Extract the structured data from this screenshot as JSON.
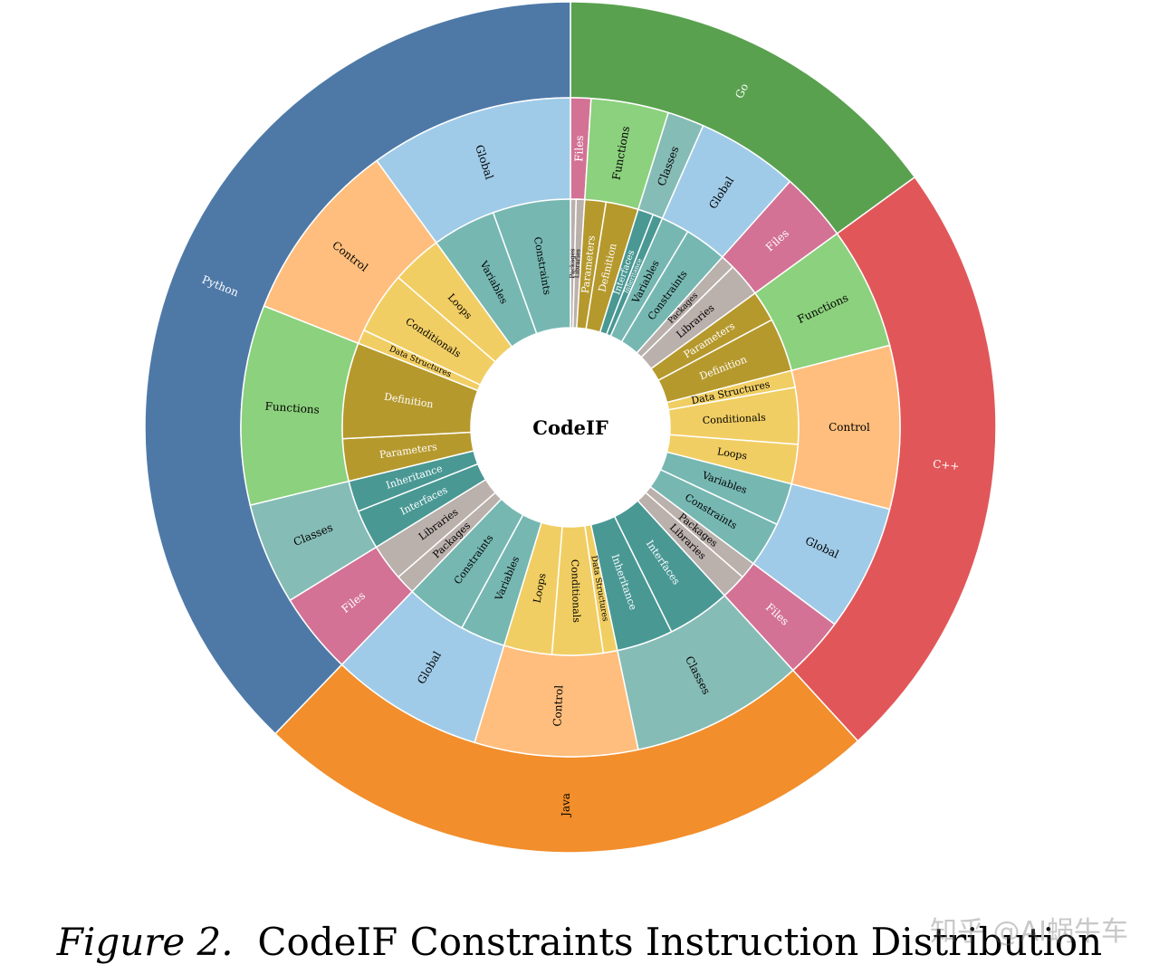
{
  "caption": {
    "figure_label": "Figure 2.",
    "text": "CodeIF Constraints Instruction Distribution"
  },
  "watermark": "知乎 @AI蜗牛车",
  "colors": {
    "Python": "#4e79a7",
    "Go": "#59a14f",
    "C++": "#e15759",
    "Java": "#f28e2b",
    "Global": "#a0cbe8",
    "Control": "#ffbe7d",
    "Functions": "#8cd17d",
    "Classes": "#86bcb6",
    "Files": "#d37295",
    "Variables": "#76b7b2",
    "Constraints": "#76b7b2",
    "Loops": "#f1ce63",
    "Conditionals": "#f1ce63",
    "Data Structures": "#f1ce63",
    "Definition": "#b6992d",
    "Parameters": "#b6992d",
    "Inheritance": "#499894",
    "Interfaces": "#499894",
    "Libraries": "#bab0ac",
    "Packages": "#bab0ac"
  },
  "chart_data": {
    "type": "sunburst",
    "title": "CodeIF",
    "languages": [
      {
        "name": "Go",
        "value": 15.0,
        "categories": [
          {
            "name": "Files",
            "value": 1.0,
            "children": [
              {
                "name": "Packages",
                "value": 0.4
              },
              {
                "name": "Libraries",
                "value": 0.6
              }
            ]
          },
          {
            "name": "Functions",
            "value": 3.8,
            "children": [
              {
                "name": "Parameters",
                "value": 1.5
              },
              {
                "name": "Definition",
                "value": 2.3
              }
            ]
          },
          {
            "name": "Classes",
            "value": 1.8,
            "children": [
              {
                "name": "Interfaces",
                "value": 1.1
              },
              {
                "name": "Inheritance",
                "value": 0.7
              }
            ]
          },
          {
            "name": "Global",
            "value": 5.0,
            "children": [
              {
                "name": "Variables",
                "value": 2.0
              },
              {
                "name": "Constraints",
                "value": 3.0
              }
            ]
          },
          {
            "name": "Files",
            "value": 3.4,
            "children": [
              {
                "name": "Packages",
                "value": 1.0
              },
              {
                "name": "Libraries",
                "value": 2.4
              }
            ]
          }
        ]
      },
      {
        "name": "C++",
        "value": 23.2,
        "categories": [
          {
            "name": "Functions",
            "value": 6.0,
            "children": [
              {
                "name": "Parameters",
                "value": 2.2
              },
              {
                "name": "Definition",
                "value": 3.8
              }
            ]
          },
          {
            "name": "Control",
            "value": 8.0,
            "children": [
              {
                "name": "Data Structures",
                "value": 1.2
              },
              {
                "name": "Conditionals",
                "value": 4.0
              },
              {
                "name": "Loops",
                "value": 2.8
              }
            ]
          },
          {
            "name": "Global",
            "value": 6.2,
            "children": [
              {
                "name": "Variables",
                "value": 3.0
              },
              {
                "name": "Constraints",
                "value": 3.2
              }
            ]
          },
          {
            "name": "Files",
            "value": 3.0,
            "children": [
              {
                "name": "Packages",
                "value": 1.2
              },
              {
                "name": "Libraries",
                "value": 1.8
              }
            ]
          }
        ]
      },
      {
        "name": "Java",
        "value": 24.0,
        "categories": [
          {
            "name": "Classes",
            "value": 8.5,
            "children": [
              {
                "name": "Interfaces",
                "value": 4.5
              },
              {
                "name": "Inheritance",
                "value": 4.0
              }
            ]
          },
          {
            "name": "Control",
            "value": 8.0,
            "children": [
              {
                "name": "Data Structures",
                "value": 1.0
              },
              {
                "name": "Conditionals",
                "value": 3.6
              },
              {
                "name": "Loops",
                "value": 3.4
              }
            ]
          },
          {
            "name": "Global",
            "value": 7.5,
            "children": [
              {
                "name": "Variables",
                "value": 3.2
              },
              {
                "name": "Constraints",
                "value": 4.3
              }
            ]
          }
        ]
      },
      {
        "name": "Python",
        "value": 37.8,
        "categories": [
          {
            "name": "Files",
            "value": 4.0,
            "children": [
              {
                "name": "Packages",
                "value": 1.4
              },
              {
                "name": "Libraries",
                "value": 2.6
              }
            ]
          },
          {
            "name": "Classes",
            "value": 5.0,
            "children": [
              {
                "name": "Interfaces",
                "value": 2.8
              },
              {
                "name": "Inheritance",
                "value": 2.2
              }
            ]
          },
          {
            "name": "Functions",
            "value": 9.8,
            "children": [
              {
                "name": "Parameters",
                "value": 3.0
              },
              {
                "name": "Definition",
                "value": 6.8
              }
            ]
          },
          {
            "name": "Control",
            "value": 9.0,
            "children": [
              {
                "name": "Data Structures",
                "value": 1.0
              },
              {
                "name": "Conditionals",
                "value": 4.4
              },
              {
                "name": "Loops",
                "value": 3.6
              }
            ]
          },
          {
            "name": "Global",
            "value": 10.0,
            "children": [
              {
                "name": "Variables",
                "value": 4.5
              },
              {
                "name": "Constraints",
                "value": 5.5
              }
            ]
          }
        ]
      }
    ]
  }
}
